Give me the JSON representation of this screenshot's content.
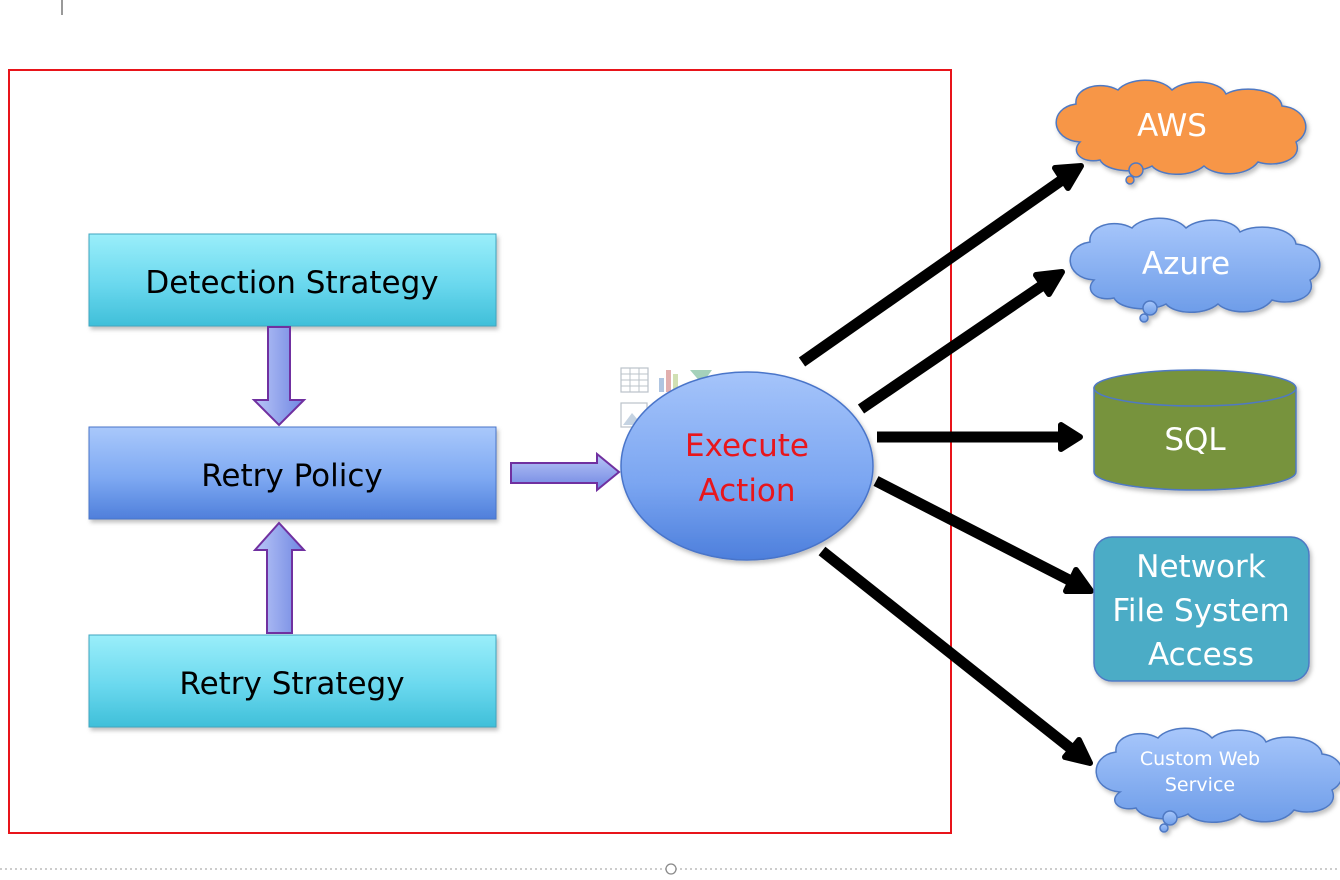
{
  "boxes": {
    "detection": "Detection Strategy",
    "policy": "Retry Policy",
    "retry": "Retry Strategy"
  },
  "execute": {
    "line1": "Execute",
    "line2": "Action"
  },
  "targets": {
    "aws": "AWS",
    "azure": "Azure",
    "sql": "SQL",
    "nfs_line1": "Network",
    "nfs_line2": "File System",
    "nfs_line3": "Access",
    "custom_line1": "Custom Web",
    "custom_line2": "Service"
  },
  "colors": {
    "frame": "#e8141a",
    "cyan_box": "#5fd4ea",
    "blue_box": "#6b9bea",
    "execute_text": "#e8141a",
    "aws": "#f79646",
    "azure": "#8db3f2",
    "sql": "#77933c",
    "nfs": "#4bacc6",
    "arrow_fill": "#8fa6f0",
    "arrow_stroke": "#7030a0"
  },
  "icons": [
    "table-icon",
    "chart-icon",
    "smartart-icon",
    "picture-icon"
  ]
}
